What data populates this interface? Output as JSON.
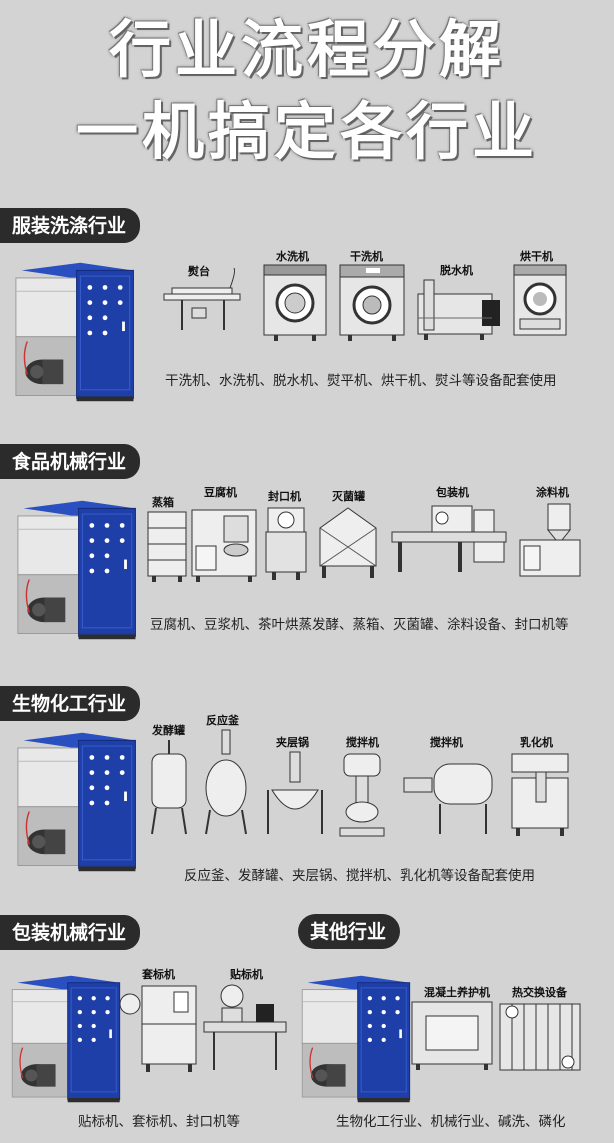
{
  "title": {
    "line1": "行业流程分解",
    "line2": "一机搞定各行业"
  },
  "sections": [
    {
      "heading": "服装洗涤行业",
      "machines": [
        "熨台",
        "水洗机",
        "干洗机",
        "脱水机",
        "烘干机"
      ],
      "caption": "干洗机、水洗机、脱水机、熨平机、烘干机、熨斗等设备配套使用"
    },
    {
      "heading": "食品机械行业",
      "machines": [
        "蒸箱",
        "豆腐机",
        "封口机",
        "灭菌罐",
        "包装机",
        "涂料机"
      ],
      "caption": "豆腐机、豆浆机、茶叶烘蒸发酵、蒸箱、灭菌罐、涂料设备、封口机等"
    },
    {
      "heading": "生物化工行业",
      "machines": [
        "发酵罐",
        "反应釜",
        "夹层锅",
        "搅拌机",
        "搅拌机",
        "乳化机"
      ],
      "caption": "反应釜、发酵罐、夹层锅、搅拌机、乳化机等设备配套使用"
    },
    {
      "heading": "包装机械行业",
      "machines": [
        "套标机",
        "贴标机"
      ],
      "caption": "贴标机、套标机、封口机等"
    },
    {
      "heading": "其他行业",
      "machines": [
        "混凝土养护机",
        "热交换设备"
      ],
      "caption": "生物化工行业、机械行业、碱洗、磷化"
    }
  ],
  "colors": {
    "background": "#d3d3d3",
    "cabinet_blue": "#1f3fa8",
    "pill": "#2b2b2b"
  }
}
